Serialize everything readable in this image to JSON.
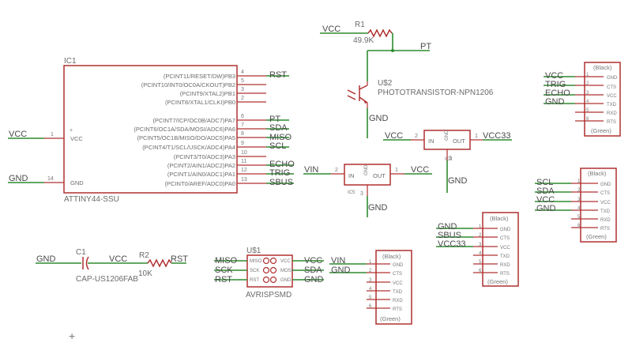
{
  "colors": {
    "wire": "#2f8a2f",
    "body": "#b03030",
    "text": "#6b6b6b"
  },
  "ic1": {
    "ref": "IC1",
    "value": "ATTINY44-SSU",
    "left_pins": [
      {
        "num": "1",
        "name": "VCC",
        "net": "VCC"
      },
      {
        "num": "14",
        "name": "GND",
        "net": "GND"
      }
    ],
    "right_pins": [
      {
        "num": "4",
        "name": "(PCINT11/RESET/DW)PB3",
        "net": "RST"
      },
      {
        "num": "5",
        "name": "(PCINT10/INT0/OC0A/CKOUT)PB2",
        "net": ""
      },
      {
        "num": "3",
        "name": "(PCINT9/XTAL2)PB1",
        "net": ""
      },
      {
        "num": "2",
        "name": "(PCINT8/XTAL1/CLKI)PB0",
        "net": ""
      },
      {
        "num": "6",
        "name": "(PCINT7/ICP/OC0B/ADC7)PA7",
        "net": "PT"
      },
      {
        "num": "7",
        "name": "(PCINT6/OC1A/SDA/MOSI/ADC6)PA6",
        "net": "SDA"
      },
      {
        "num": "8",
        "name": "(PCINT5/OC1B/MISO/DO/ADC5)PA5",
        "net": "MISO"
      },
      {
        "num": "9",
        "name": "(PCINT4/T1/SCL/USCK/ADC4)PA4",
        "net": "SCL"
      },
      {
        "num": "10",
        "name": "(PCINT3/T0/ADC3)PA3",
        "net": "ECHO"
      },
      {
        "num": "11",
        "name": "(PCINT2/AIN1/ADC2)PA2",
        "net": "TRIG"
      },
      {
        "num": "12",
        "name": "(PCINT1/AIN0/ADC1)PA1",
        "net": "SBUS"
      },
      {
        "num": "13",
        "name": "(PCINT0/AREF/ADC0)PA0",
        "net": ""
      }
    ]
  },
  "r1": {
    "ref": "R1",
    "value": "49.9K",
    "net_left": "VCC",
    "net_right": "PT"
  },
  "u2": {
    "ref": "U$2",
    "value": "PHOTOTRANSISTOR-NPN1206",
    "net_bottom": "GND"
  },
  "ic3": {
    "ref": "IC3",
    "in_label": "IN",
    "out_label": "OUT",
    "gnd_label": "GND",
    "in_pin": "2",
    "out_pin": "1",
    "gnd_pin": "3",
    "net_in": "VCC",
    "net_out": "VCC33",
    "net_gnd": "GND"
  },
  "ic5": {
    "ref": "IC5",
    "in_label": "IN",
    "out_label": "OUT",
    "gnd_label": "GND",
    "in_pin": "2",
    "out_pin": "1",
    "gnd_pin": "3",
    "net_in": "VIN",
    "net_out": "VCC",
    "net_gnd": "GND"
  },
  "c1": {
    "ref": "C1",
    "value": "CAP-US1206FAB",
    "net_left": "GND",
    "net_right": "VCC"
  },
  "r2": {
    "ref": "R2",
    "value": "10K",
    "net_right": "RST"
  },
  "u1": {
    "ref": "U$1",
    "value": "AVRISPSMD",
    "left_labels": [
      "MISO",
      "SCK",
      "RST"
    ],
    "right_labels": [
      "VCC",
      "MOSI",
      "GND"
    ],
    "left_nets": [
      "MISO",
      "SCK",
      "RST"
    ],
    "right_nets": [
      "VCC",
      "SDA",
      "GND"
    ]
  },
  "ftdi_header": {
    "top_label": "(Black)",
    "bottom_label": "(Green)",
    "pins": [
      "GND",
      "CTS",
      "VCC",
      "TXD",
      "RXD",
      "RTS"
    ],
    "nums": [
      "1",
      "2",
      "3",
      "4",
      "5",
      "6"
    ]
  },
  "headers": [
    {
      "id": "j-top-right",
      "nets": [
        "VCC",
        "TRIG",
        "ECHO",
        "GND",
        "",
        ""
      ]
    },
    {
      "id": "j-mid-right",
      "nets": [
        "SCL",
        "SDA",
        "VCC",
        "GND",
        "",
        ""
      ]
    },
    {
      "id": "j-mid",
      "nets": [
        "GND",
        "SBUS",
        "VCC33",
        "",
        "",
        ""
      ]
    },
    {
      "id": "j-bottom",
      "nets": [
        "VIN",
        "GND",
        "",
        "",
        "",
        ""
      ]
    }
  ]
}
